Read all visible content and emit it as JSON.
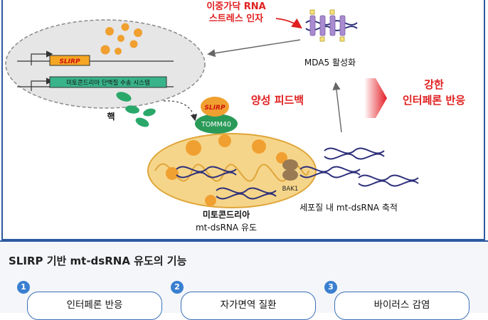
{
  "diagram": {
    "stress_title_line1": "이중가닥 RNA",
    "stress_title_line2": "스트레스 인자",
    "mda5_label": "MDA5 활성화",
    "slirp_gene_label": "SLIRP",
    "import_system_label": "미토콘드리아 단백질 수송 시스템",
    "nucleus_label": "핵",
    "slirp_protein_label": "SLIRP",
    "tomm40_label": "TOMM40",
    "positive_feedback_label": "양성 피드백",
    "strong_ifn_line1": "강한",
    "strong_ifn_line2": "인터페론 반응",
    "bak1_label": "BAK1",
    "mito_label_line1": "미토콘드리아",
    "mito_label_line2": "mt-dsRNA 유도",
    "accumulation_label": "세포질 내 mt-dsRNA 축적"
  },
  "functions": {
    "title": "SLIRP 기반 mt-dsRNA 유도의 기능",
    "items": [
      {
        "number": "1",
        "label": "인터페론 반응"
      },
      {
        "number": "2",
        "label": "자가면역 질환"
      },
      {
        "number": "3",
        "label": "바이러스 감염"
      }
    ]
  },
  "colors": {
    "border_blue": "#2c5aa0",
    "number_blue": "#3a7fd0",
    "accent_red": "#e02020",
    "mito_fill": "#f5d58a",
    "protein_orange": "#f0a030",
    "tomm40_green": "#2a9a58",
    "rna_navy": "#2d2f7a"
  }
}
